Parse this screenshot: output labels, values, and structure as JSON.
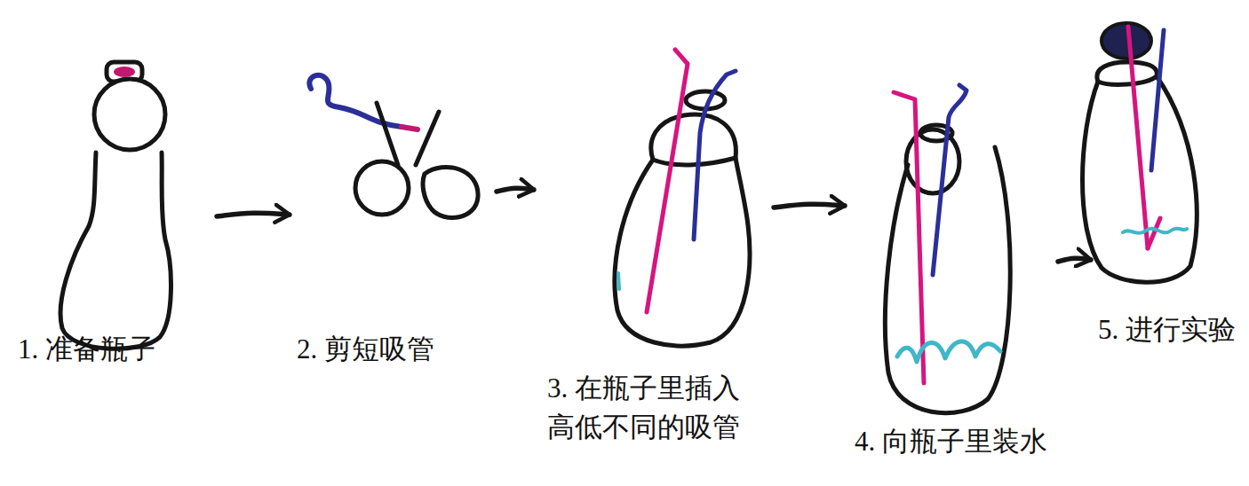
{
  "diagram": {
    "nodes": [
      {
        "text": [
          "1. 准备瓶子"
        ]
      },
      {
        "text": [
          "2. 剪短吸管"
        ]
      },
      {
        "text": [
          "3. 在瓶子里插入 高低不同的吸管"
        ]
      },
      {
        "text": [
          "4. 向瓶子里装水"
        ]
      },
      {
        "text": [
          "5. 进行实验"
        ]
      }
    ],
    "edges": [
      {
        "from": 0,
        "to": 1,
        "arrow": "to"
      },
      {
        "from": 1,
        "to": 2,
        "arrow": "to"
      },
      {
        "from": 2,
        "to": 3,
        "arrow": "to"
      },
      {
        "from": 3,
        "to": 4,
        "arrow": "to"
      }
    ]
  }
}
